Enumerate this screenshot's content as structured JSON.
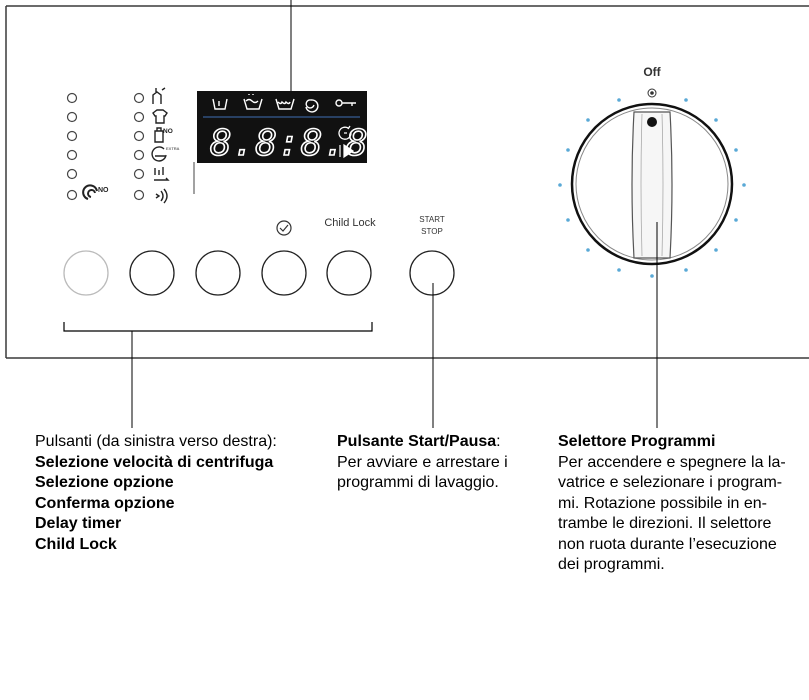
{
  "panel": {
    "display_digits": "8.8:8.8.",
    "labels": {
      "off": "Off",
      "child_lock": "Child Lock",
      "start": "START",
      "stop": "STOP"
    },
    "icons": {
      "display_row": [
        "prewash-icon",
        "wash-icon",
        "rinse-icon",
        "spin-icon",
        "key-lock-icon"
      ],
      "left_column_2": [
        "temperature-icon",
        "shirt-icon",
        "no-spin-icon",
        "extra-rinse-icon",
        "speed-icon",
        "sound-icon"
      ],
      "left_column_1_last": "no-spin-icon"
    }
  },
  "callouts": {
    "buttons": {
      "intro": "Pulsanti (da sinistra verso destra):",
      "items": [
        "Selezione velocità di centrifuga",
        "Selezione opzione",
        "Conferma opzione",
        "Delay timer",
        "Child Lock"
      ]
    },
    "start_pause": {
      "title": "Pulsante Start/Pausa",
      "title_suffix": ":",
      "lines": [
        "Per avviare e arrestare i",
        "programmi di lavaggio."
      ]
    },
    "selector": {
      "title": "Selettore Programmi",
      "lines": [
        "Per accendere e spegnere la la-",
        "vatrice e selezionare i program-",
        "mi. Rotazione possibile in en-",
        "trambe le direzioni. Il selettore",
        "non ruota durante l’esecuzione",
        "dei programmi."
      ]
    }
  },
  "colors": {
    "panel_border": "#3a3a3a",
    "display_bg": "#111111",
    "display_fg": "#ffffff",
    "dial_dot": "#5aa9d6",
    "leader_line": "#000000"
  }
}
